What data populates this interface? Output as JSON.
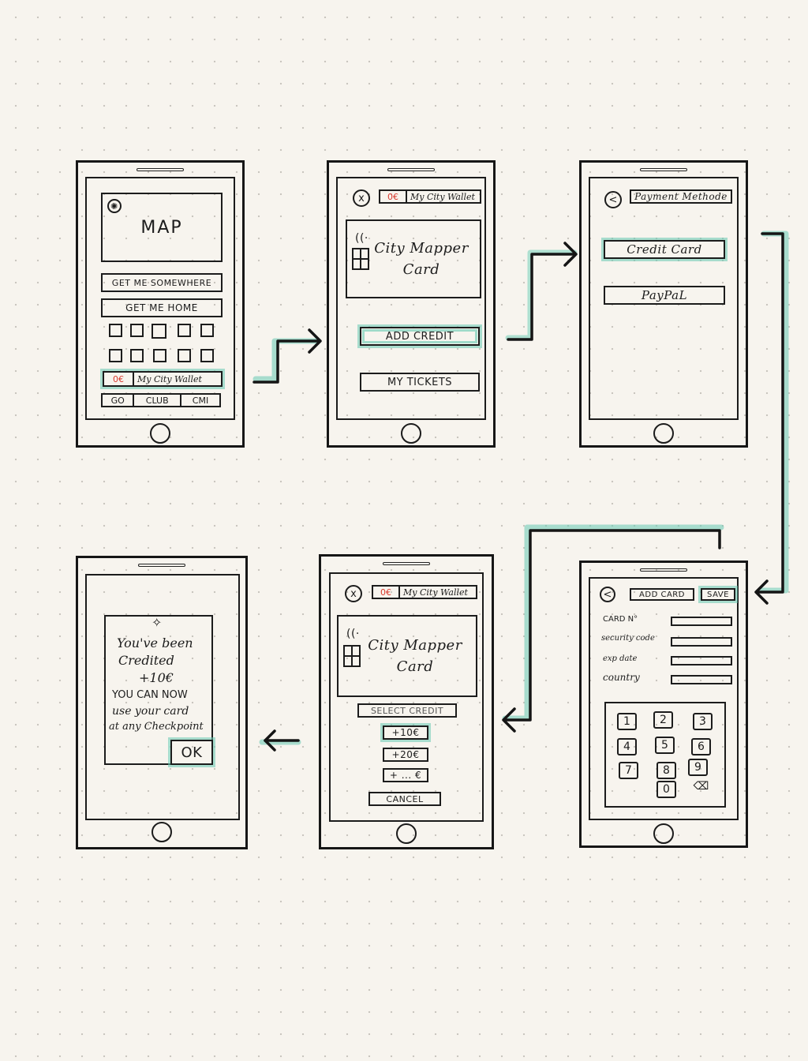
{
  "screen1": {
    "map_label": "MAP",
    "btn_somewhere": "GET ME SOMEWHERE",
    "btn_home": "GET ME HOME",
    "wallet_amount": "0€",
    "wallet_label": "My City Wallet",
    "tab_go": "GO",
    "tab_club": "CLUB",
    "tab_cmi": "CMI"
  },
  "screen2": {
    "close": "x",
    "wallet_amount": "0€",
    "wallet_label": "My City Wallet",
    "card_line1": "City Mapper",
    "card_line2": "Card",
    "btn_add_credit": "ADD CREDIT",
    "btn_my_tickets": "MY TICKETS"
  },
  "screen3": {
    "back": "<",
    "title": "Payment Methode",
    "opt_credit_card": "Credit Card",
    "opt_paypal": "PayPaL"
  },
  "screen4": {
    "back": "<",
    "title": "ADD CARD",
    "save": "SAVE",
    "field_card_no": "CARD N°",
    "field_security": "security code",
    "field_exp": "exp date",
    "field_country": "country",
    "keys": [
      "1",
      "2",
      "3",
      "4",
      "5",
      "6",
      "7",
      "8",
      "9",
      "0"
    ],
    "delete_key": "⌫"
  },
  "screen5": {
    "close": "x",
    "wallet_amount": "0€",
    "wallet_label": "My City Wallet",
    "card_line1": "City Mapper",
    "card_line2": "Card",
    "select_credit": "SELECT CREDIT",
    "opt1": "+10€",
    "opt2": "+20€",
    "opt3": "+ ... €",
    "cancel": "CANCEL"
  },
  "screen6": {
    "line1": "You've been",
    "line2": "Credited",
    "line3": "+10€",
    "line4": "YOU CAN NOW",
    "line5": "use your card",
    "line6": "at any Checkpoint",
    "ok": "OK"
  },
  "colors": {
    "accent_teal": "#66c9b2",
    "price_red": "#d9392e",
    "ink": "#1c1c1c"
  }
}
